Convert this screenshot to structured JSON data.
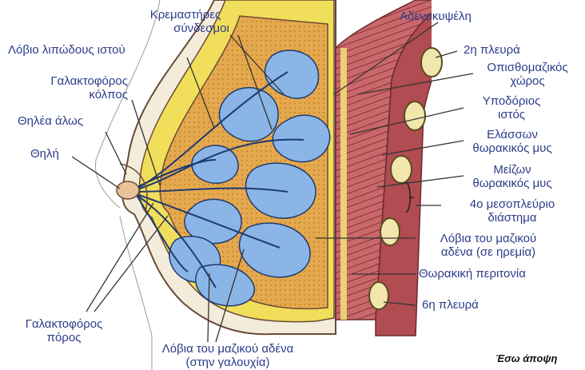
{
  "labels": {
    "suspensory_ligaments": [
      "Κρεμαστήρες",
      "σύνδεσμοι"
    ],
    "fat_lobule": "Λόβιο λιπώδους ιστού",
    "lactiferous_sinus": [
      "Γαλακτοφόρος",
      "κόλπος"
    ],
    "areola": "Θηλέα άλως",
    "nipple": "Θηλή",
    "lactiferous_duct": [
      "Γαλακτοφόρος",
      "πόρος"
    ],
    "lobules_lactating": [
      "Λόβια του μαζικού αδένα",
      "(στην γαλουχία)"
    ],
    "alveolus": "Αδενοκυψέλη",
    "rib_2": "2η πλευρά",
    "retromammary_space": [
      "Οπισθομαζικός",
      "χώρος"
    ],
    "subcutaneous_tissue": [
      "Υποδόριος",
      "ιστός"
    ],
    "pectoralis_minor": [
      "Ελάσσων",
      "θωρακικός μυς"
    ],
    "pectoralis_major": [
      "Μείζων",
      "θωρακικός μυς"
    ],
    "intercostal_space": [
      "4ο μεσοπλεύριο",
      "διάστημα"
    ],
    "lobules_resting": [
      "Λόβια του μαζικού",
      "αδένα (σε ηρεμία)"
    ],
    "thoracic_fascia": "Θωρακική περιτονία",
    "rib_6": "6η πλευρά"
  },
  "caption": "Έσω άποψη",
  "colors": {
    "label_text": "#2c3c8a",
    "lobule_blue": "#8fb8e8",
    "fat_orange": "#e0a050",
    "fat_yellow": "#f2e060",
    "muscle_red": "#b8585c",
    "rib_bone": "#efe3a8",
    "skin": "#f2ead8"
  }
}
